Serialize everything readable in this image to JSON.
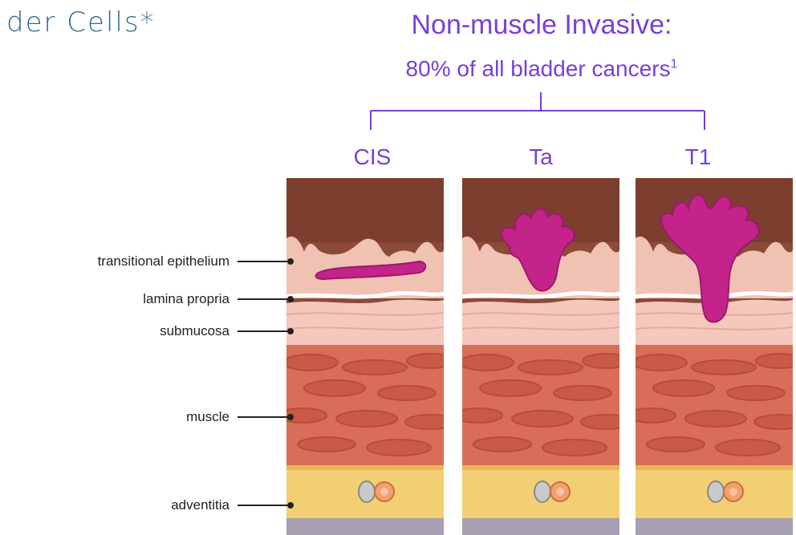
{
  "title_fragment": "der Cells*",
  "heading": {
    "line1": "Non-muscle Invasive:",
    "line2_text": "80% of all bladder cancers",
    "line2_sup": "1"
  },
  "stages": [
    "CIS",
    "Ta",
    "T1"
  ],
  "layers": [
    "transitional epithelium",
    "lamina propria",
    "submucosa",
    "muscle",
    "adventitia"
  ],
  "colors": {
    "accent": "#7a3fd6",
    "title": "#2f6b8c",
    "lumen": "#8c4a38",
    "epithelium": "#f0c2b4",
    "submucosa": "#f4c8bc",
    "muscle": "#d86e58",
    "adventitia": "#f2cf72",
    "tumor": "#c4238a"
  }
}
